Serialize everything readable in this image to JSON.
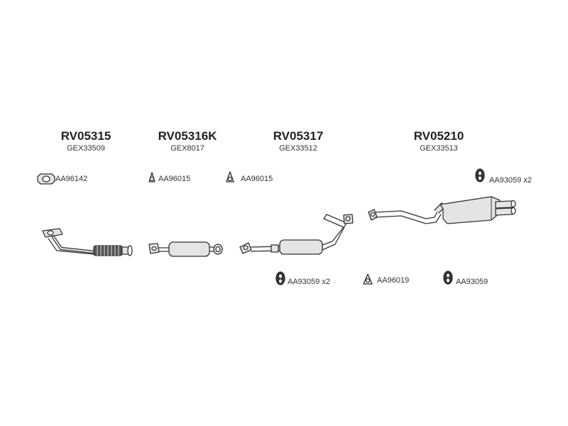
{
  "assemblies": [
    {
      "code": "RV05315",
      "ref": "GEX33509"
    },
    {
      "code": "RV05316K",
      "ref": "GEX8017"
    },
    {
      "code": "RV05317",
      "ref": "GEX33512"
    },
    {
      "code": "RV05210",
      "ref": "GEX33513"
    }
  ],
  "fittings": [
    {
      "label": "AA96142",
      "icon": "gasket-icon"
    },
    {
      "label": "AA96015",
      "icon": "triangle-flange-gasket-icon"
    },
    {
      "label": "AA96015",
      "icon": "triangle-flange-gasket-icon"
    },
    {
      "label": "AA93059 x2",
      "icon": "rubber-hanger-icon"
    },
    {
      "label": "AA93059 x2",
      "icon": "rubber-hanger-icon"
    },
    {
      "label": "AA96019",
      "icon": "triangle-flange-gasket-icon"
    },
    {
      "label": "AA93059",
      "icon": "rubber-hanger-icon"
    }
  ],
  "colors": {
    "line": "#333333",
    "part_fill": "#e4e4e4",
    "text": "#222222"
  }
}
